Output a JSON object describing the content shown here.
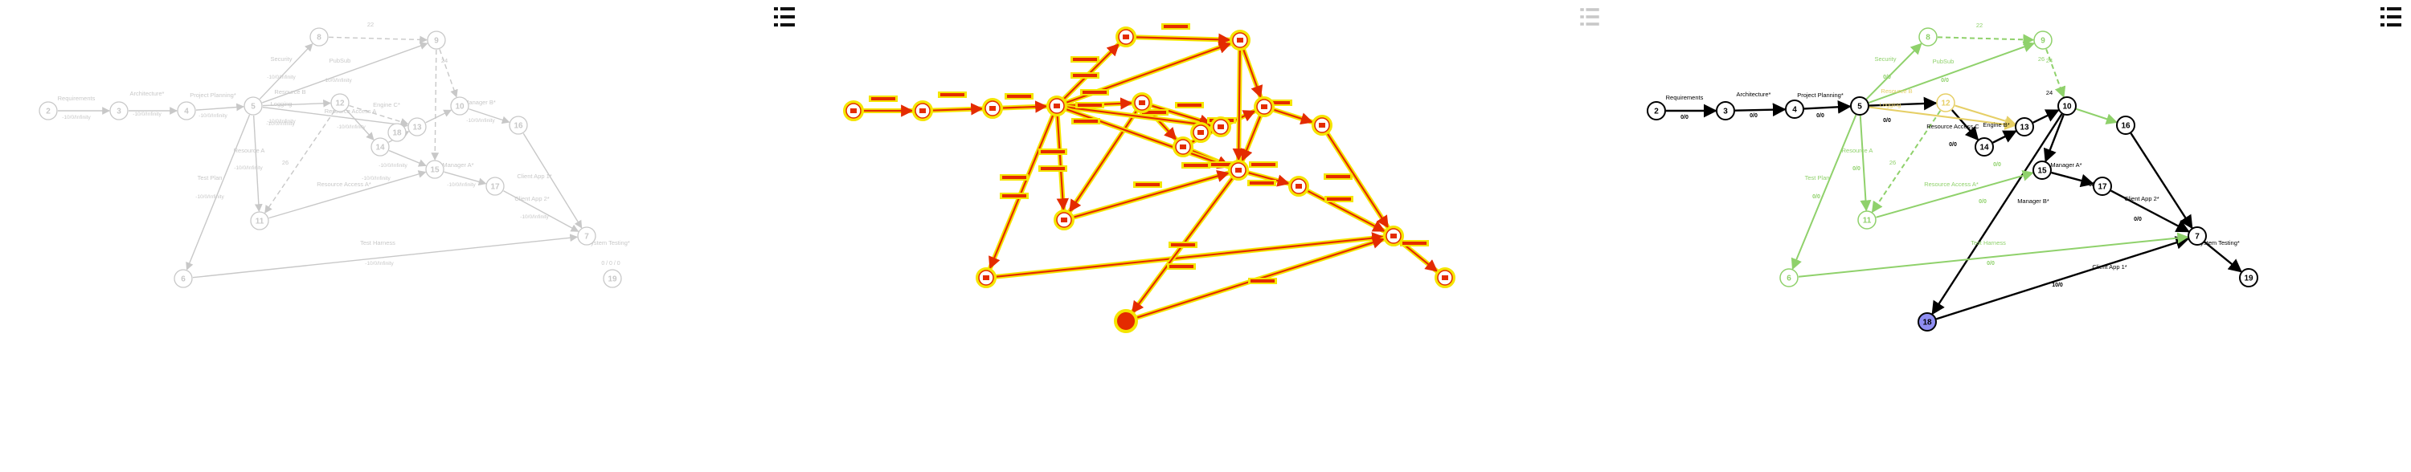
{
  "toolbar": {
    "menu_icons": [
      "list-menu-icon",
      "list-menu-icon",
      "list-menu-icon",
      "list-menu-icon"
    ],
    "menu_icon_states": [
      "active",
      "active",
      "faded",
      "active"
    ]
  },
  "panel1": {
    "nodes": [
      "2",
      "3",
      "4",
      "5",
      "6",
      "8",
      "9",
      "10",
      "11",
      "12",
      "13",
      "14",
      "15",
      "16",
      "17",
      "18",
      "7",
      "19"
    ],
    "edge_labels": [
      "Requirements",
      "Architecture*",
      "Project Planning*",
      "Security",
      "PubSub",
      "Resource B",
      "Logging",
      "Resource A",
      "Resource Access A",
      "Engine C*",
      "Manager B*",
      "Manager A*",
      "Test Plan",
      "Resource Access A*",
      "Client App 2*",
      "Client App 1*",
      "Test Harness",
      "System Testing*",
      "22",
      "24",
      "26"
    ],
    "duration_labels": [
      "-10/0/Infinity",
      "-10/0/Infinity",
      "-10/0/Infinity",
      "-10/0/Infinity",
      "-10/0/Infinity",
      "-10/0/Infinity",
      "-10/0/Infinity",
      "-10/0/Infinity",
      "-10/0/Infinity",
      "-10/0/Infinity",
      "-10/0/Infinity",
      "-10/0/Infinity",
      "-10/0/Infinity",
      "-10/0/Infinity",
      "-10/0/Infinity",
      "-10/0/Infinity"
    ],
    "footer": "0 / 0 / 0"
  },
  "panel3": {
    "nodes": [
      "2",
      "3",
      "4",
      "5",
      "8",
      "9",
      "10",
      "11",
      "12",
      "13",
      "14",
      "15",
      "16",
      "17",
      "7",
      "19",
      "18"
    ],
    "edge_labels": [
      "Requirements",
      "Architecture*",
      "Project Planning*",
      "Security",
      "PubSub",
      "Resource B",
      "Logging",
      "Resource A",
      "Resource Access C",
      "Engine B*",
      "Manager A*",
      "Test Plan",
      "Resource Access A*",
      "Manager B*",
      "Client App 2*",
      "Client App 1*",
      "Test Harness",
      "System Testing*",
      "22",
      "24",
      "26",
      "24",
      "26"
    ],
    "duration_labels": [
      "0/0",
      "0/0",
      "0/0",
      "0/0",
      "0/0",
      "0/0",
      "0/0",
      "0/0",
      "0/0",
      "0/0",
      "0/0",
      "0/0",
      "0/0",
      "10/0",
      "0/0"
    ]
  },
  "colors": {
    "faded": "#c8c8c8",
    "critical": "#000000",
    "slack": "#8fd16b",
    "near": "#e6cf66",
    "red": "#e42b00",
    "yellow": "#f5e500",
    "highlight": "#8f8ef2"
  },
  "chart_data": {
    "type": "network-diagram",
    "panels": 3
  }
}
